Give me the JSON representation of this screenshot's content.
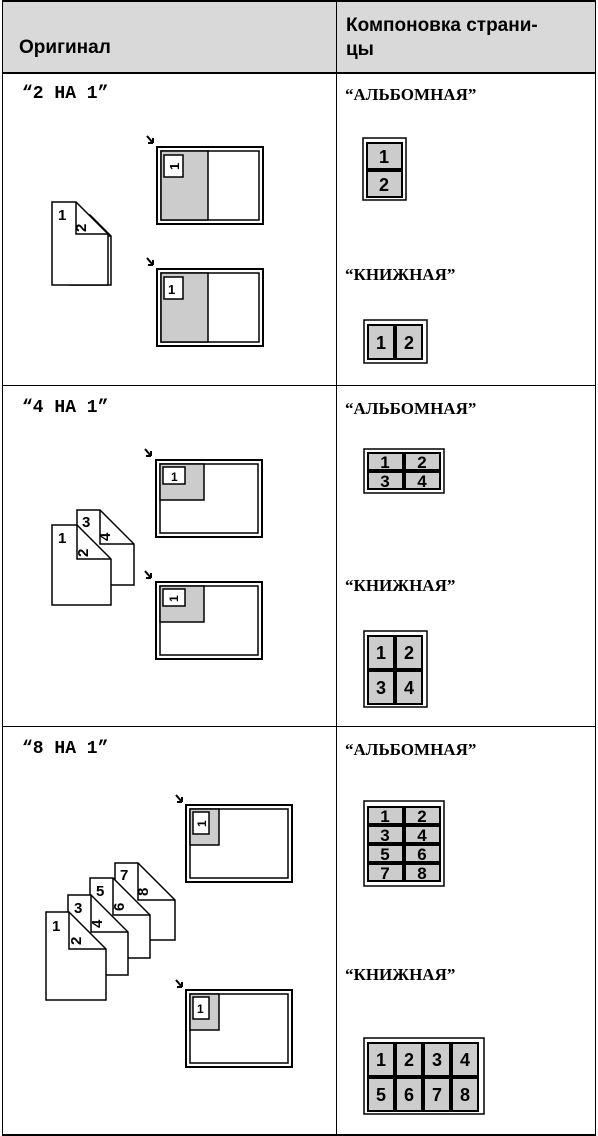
{
  "table": {
    "header": {
      "col_original": "Оригинал",
      "col_layout_line1": "Компоновка страни-",
      "col_layout_line2": "цы"
    },
    "rows": [
      {
        "mode": "“2 НА 1”",
        "landscape_label": "“АЛЬБОМНАЯ”",
        "portrait_label": "“КНИЖНАЯ”",
        "landscape_grid": [
          [
            "1"
          ],
          [
            "2"
          ]
        ],
        "portrait_grid": [
          [
            "1",
            "2"
          ]
        ],
        "originals": [
          "1",
          "2"
        ]
      },
      {
        "mode": "“4 НА 1”",
        "landscape_label": "“АЛЬБОМНАЯ”",
        "portrait_label": "“КНИЖНАЯ”",
        "landscape_grid": [
          [
            "1",
            "2"
          ],
          [
            "3",
            "4"
          ]
        ],
        "portrait_grid": [
          [
            "1",
            "2"
          ],
          [
            "3",
            "4"
          ]
        ],
        "originals": [
          "1",
          "2",
          "3",
          "4"
        ]
      },
      {
        "mode": "“8 НА 1”",
        "landscape_label": "“АЛЬБОМНАЯ”",
        "portrait_label": "“КНИЖНАЯ”",
        "landscape_grid": [
          [
            "1",
            "2"
          ],
          [
            "3",
            "4"
          ],
          [
            "5",
            "6"
          ],
          [
            "7",
            "8"
          ]
        ],
        "portrait_grid": [
          [
            "1",
            "2",
            "3",
            "4"
          ],
          [
            "5",
            "6",
            "7",
            "8"
          ]
        ],
        "originals": [
          "1",
          "2",
          "3",
          "4",
          "5",
          "6",
          "7",
          "8"
        ]
      }
    ]
  },
  "colors": {
    "header_bg": "#d9d9d9",
    "cell_fill": "#cccccc",
    "line": "#000000"
  }
}
